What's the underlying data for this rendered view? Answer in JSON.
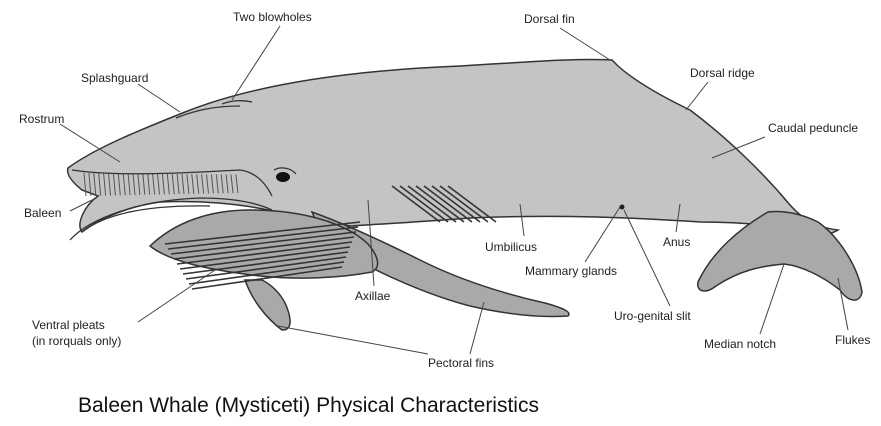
{
  "title": "Baleen Whale (Mysticeti) Physical Characteristics",
  "labels": {
    "two_blowholes": "Two blowholes",
    "dorsal_fin": "Dorsal fin",
    "splashguard": "Splashguard",
    "dorsal_ridge": "Dorsal ridge",
    "rostrum": "Rostrum",
    "caudal_peduncle": "Caudal peduncle",
    "baleen": "Baleen",
    "umbilicus": "Umbilicus",
    "anus": "Anus",
    "mammary_glands": "Mammary glands",
    "axillae": "Axillae",
    "uro_genital_slit": "Uro-genital slit",
    "ventral_pleats_1": "Ventral pleats",
    "ventral_pleats_2": "(in rorquals only)",
    "median_notch": "Median notch",
    "flukes": "Flukes",
    "pectoral_fins": "Pectoral fins"
  },
  "colors": {
    "body": "#c4c4c4",
    "fin": "#a9a9a9",
    "outline": "#333333",
    "leader": "#444444"
  }
}
